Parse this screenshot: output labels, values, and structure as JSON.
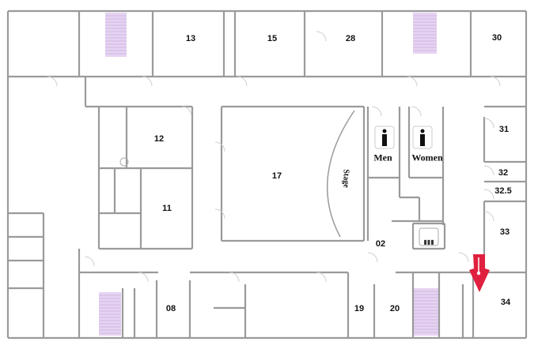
{
  "map": {
    "rooms": [
      {
        "id": "13",
        "label": "13"
      },
      {
        "id": "15",
        "label": "15"
      },
      {
        "id": "28",
        "label": "28"
      },
      {
        "id": "30",
        "label": "30"
      },
      {
        "id": "12",
        "label": "12"
      },
      {
        "id": "11",
        "label": "11"
      },
      {
        "id": "17",
        "label": "17"
      },
      {
        "id": "31",
        "label": "31"
      },
      {
        "id": "32",
        "label": "32"
      },
      {
        "id": "32.5",
        "label": "32.5"
      },
      {
        "id": "33",
        "label": "33"
      },
      {
        "id": "02",
        "label": "02"
      },
      {
        "id": "34",
        "label": "34"
      },
      {
        "id": "08",
        "label": "08"
      },
      {
        "id": "19",
        "label": "19"
      },
      {
        "id": "20",
        "label": "20"
      }
    ],
    "stage_label": "Stage",
    "restrooms": {
      "men": "Men",
      "women": "Women"
    },
    "colors": {
      "wall": "#9a9a9a",
      "stair": "#e6d3f2",
      "marker": "#e0203f"
    },
    "marker": {
      "icon": "location-pin-arrow-icon"
    }
  }
}
